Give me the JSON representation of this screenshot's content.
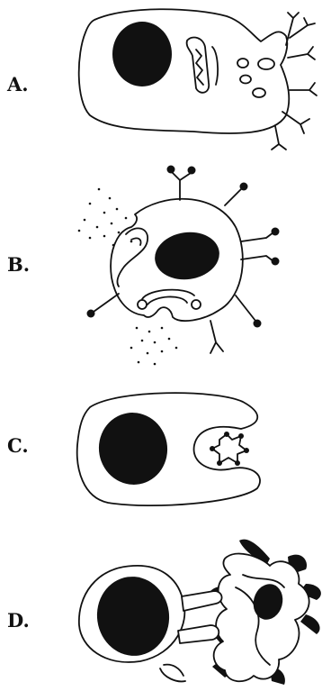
{
  "panels": [
    {
      "label": "A."
    },
    {
      "label": "B."
    },
    {
      "label": "C."
    },
    {
      "label": "D."
    }
  ]
}
